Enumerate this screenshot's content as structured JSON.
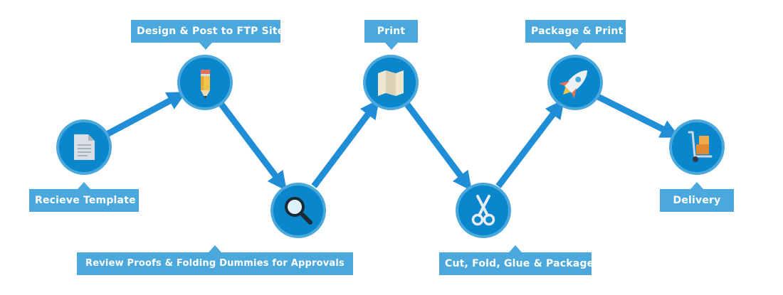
{
  "colors": {
    "line": "#1f8ed6",
    "circle_fill": "#0a86cc",
    "circle_ring": "#4aa8dd",
    "label_bg": "#4aa8dd",
    "label_text": "#ffffff"
  },
  "steps": [
    {
      "label": "Recieve Template",
      "icon": "document-icon"
    },
    {
      "label": "Design & Post to FTP Site",
      "icon": "pencil-icon"
    },
    {
      "label": "Review Proofs & Folding Dummies for Approvals",
      "icon": "magnifier-icon"
    },
    {
      "label": "Print",
      "icon": "map-icon"
    },
    {
      "label": "Cut, Fold, Glue & Package",
      "icon": "scissors-icon"
    },
    {
      "label": "Package & Print",
      "icon": "rocket-icon"
    },
    {
      "label": "Delivery",
      "icon": "hand-truck-icon"
    }
  ]
}
